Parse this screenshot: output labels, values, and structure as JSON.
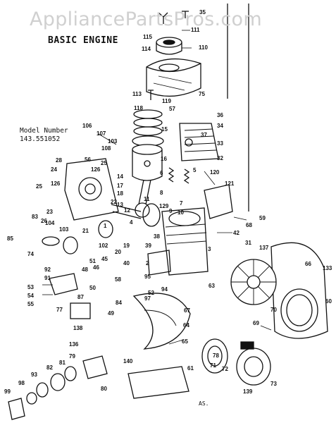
{
  "watermark": "AppliancePartsPros.com",
  "title": "BASIC ENGINE",
  "model_label": "Model Number",
  "model_number": "143.551052",
  "footer_mark": "AS.",
  "part_labels": [
    "35",
    "111",
    "115",
    "110",
    "114",
    "113",
    "75",
    "119",
    "57",
    "118",
    "36",
    "34",
    "15",
    "37",
    "33",
    "32",
    "106",
    "107",
    "108",
    "103",
    "56",
    "25",
    "16",
    "28",
    "24",
    "126",
    "14",
    "17",
    "18",
    "120",
    "121",
    "25",
    "126",
    "23",
    "26",
    "13",
    "11",
    "22",
    "12",
    "129",
    "68",
    "59",
    "83",
    "104",
    "103",
    "85",
    "21",
    "1",
    "4",
    "42",
    "102",
    "31",
    "19",
    "20",
    "39",
    "137",
    "74",
    "92",
    "91",
    "51",
    "46",
    "48",
    "45",
    "40",
    "2",
    "66",
    "133",
    "53",
    "50",
    "87",
    "58",
    "95",
    "94",
    "63",
    "60",
    "54",
    "55",
    "84",
    "49",
    "52",
    "97",
    "67",
    "70",
    "77",
    "138",
    "64",
    "69",
    "65",
    "136",
    "79",
    "81",
    "82",
    "93",
    "98",
    "99",
    "140",
    "80",
    "61",
    "71",
    "72",
    "139",
    "73",
    "78",
    "9",
    "3",
    "5",
    "6",
    "8",
    "7",
    "10",
    "38"
  ],
  "icons": {
    "drawing": "exploded-engine-parts-diagram"
  }
}
